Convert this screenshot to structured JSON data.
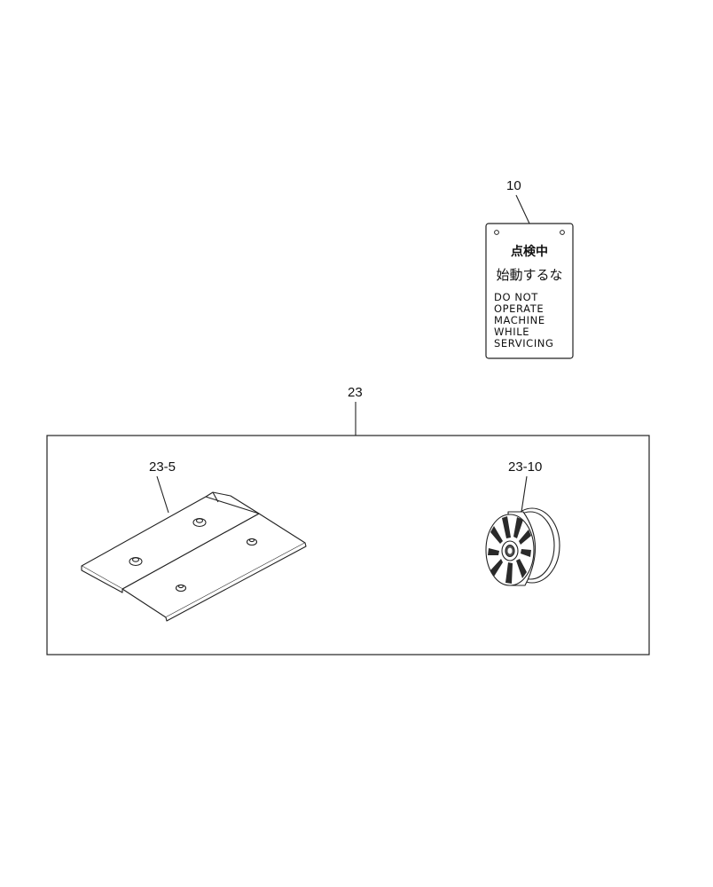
{
  "callouts": {
    "tag": "10",
    "kit": "23",
    "cover": "23-5",
    "cap": "23-10"
  },
  "tag": {
    "title_jp": "点検中",
    "subtitle_jp": "始動するな",
    "warning_lines": [
      "DO NOT",
      "OPERATE",
      "MACHINE",
      "WHILE",
      "SERVICING"
    ]
  }
}
